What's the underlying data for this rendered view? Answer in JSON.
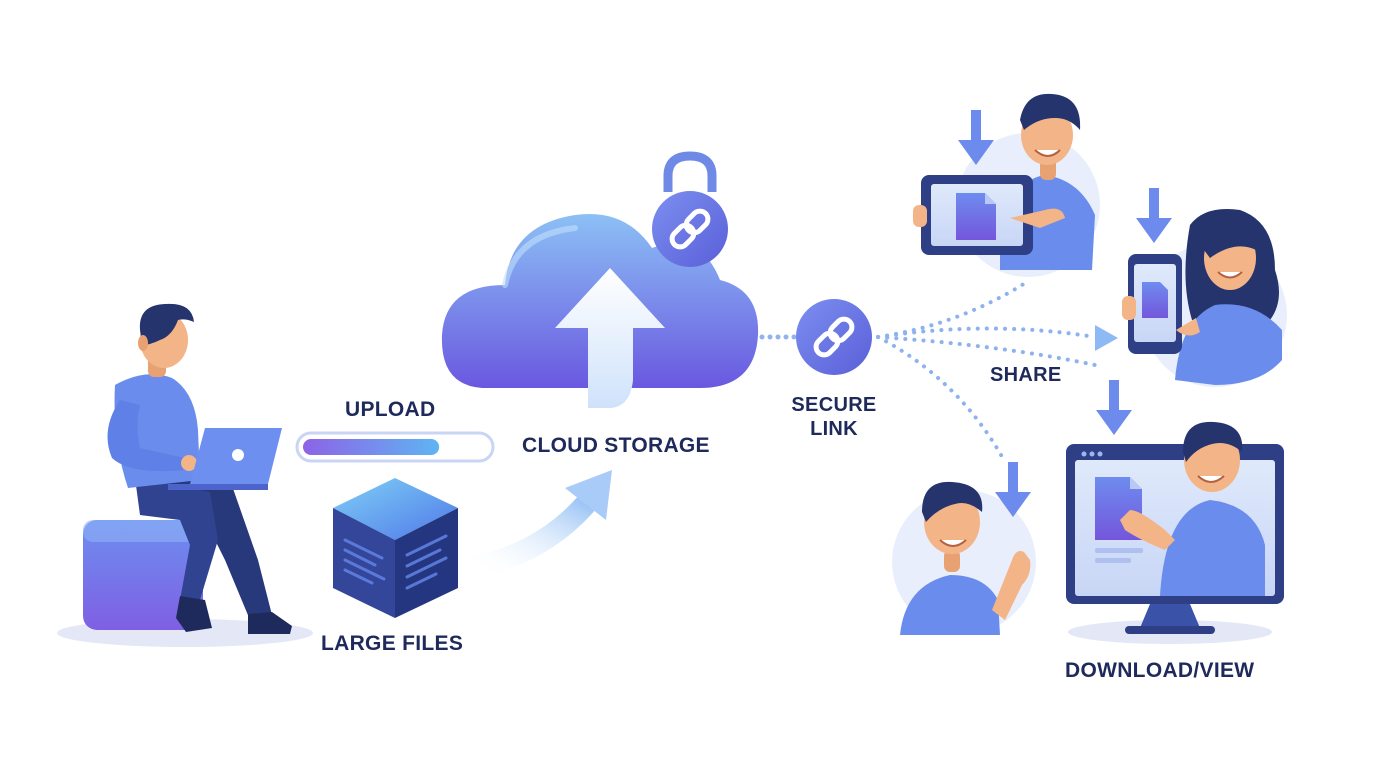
{
  "labels": {
    "upload": "UPLOAD",
    "cloud_storage": "CLOUD STORAGE",
    "large_files": "LARGE FILES",
    "secure_link_line1": "SECURE",
    "secure_link_line2": "LINK",
    "share": "SHARE",
    "download_view": "DOWNLOAD/VIEW"
  },
  "upload_progress": 0.74,
  "colors": {
    "primary": "#5b6ee8",
    "violet": "#7c5ce0",
    "navy": "#1f2a5c",
    "sky": "#8fc2f5",
    "skin": "#f3b487",
    "hair": "#26346e"
  },
  "icons": [
    "laptop-icon",
    "file-cube-icon",
    "cloud-icon",
    "padlock-icon",
    "link-icon",
    "upload-arrow-icon",
    "tablet-icon",
    "phone-icon",
    "monitor-icon",
    "file-icon",
    "down-arrow-icon"
  ]
}
